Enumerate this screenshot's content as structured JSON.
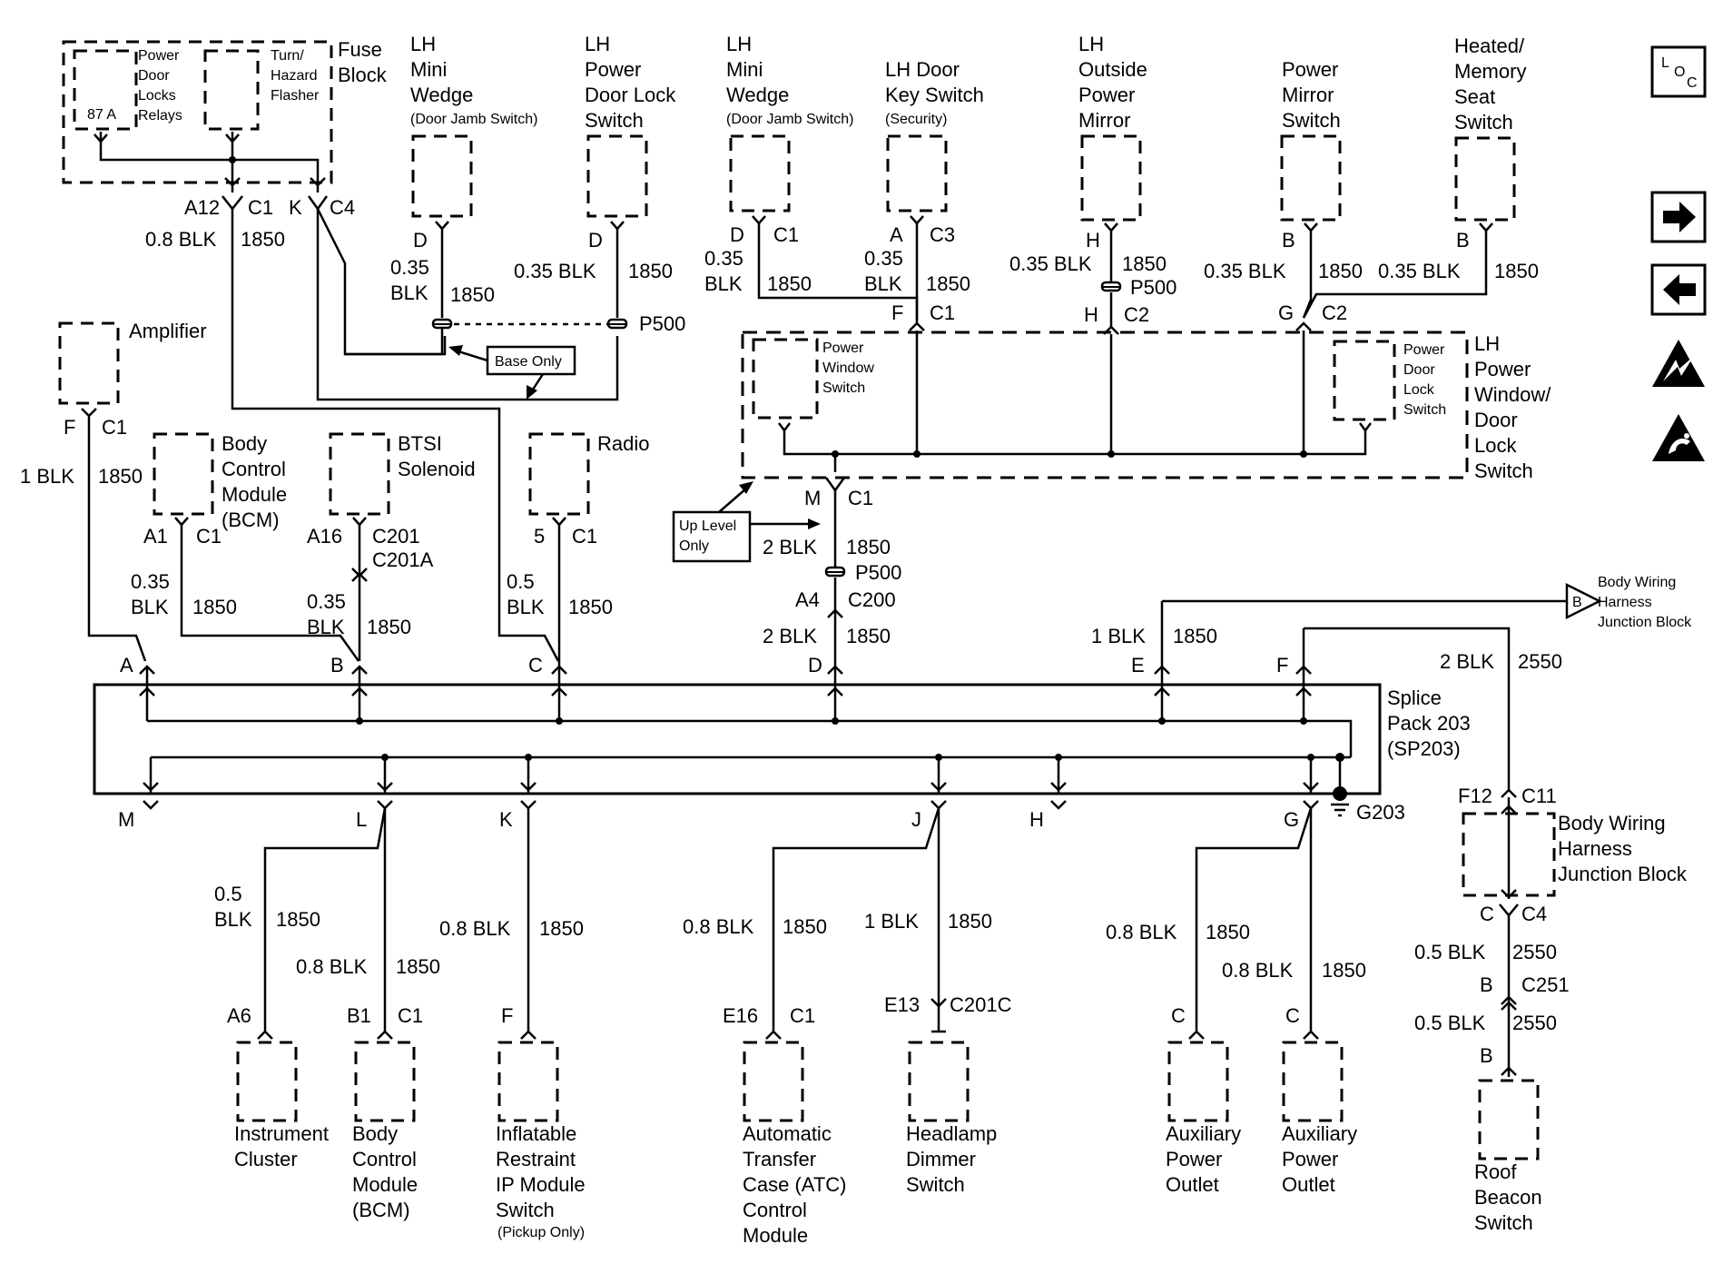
{
  "comp": {
    "fuse_block": [
      "Fuse",
      "Block"
    ],
    "pdl_relays": [
      "Power",
      "Door",
      "Locks",
      "Relays"
    ],
    "relay_87a": "87 A",
    "turn_flasher": [
      "Turn/",
      "Hazard",
      "Flasher"
    ],
    "lh_mini_wedge_1": [
      "LH",
      "Mini",
      "Wedge"
    ],
    "door_jamb_1": "(Door Jamb Switch)",
    "lh_pdl_switch": [
      "LH",
      "Power",
      "Door Lock",
      "Switch"
    ],
    "lh_mini_wedge_2": [
      "LH",
      "Mini",
      "Wedge"
    ],
    "door_jamb_2": "(Door Jamb Switch)",
    "lh_door_key": [
      "LH Door",
      "Key Switch"
    ],
    "security": "(Security)",
    "lh_outside_mirror": [
      "LH",
      "Outside",
      "Power",
      "Mirror"
    ],
    "power_mirror_switch": [
      "Power",
      "Mirror",
      "Switch"
    ],
    "heated_seat": [
      "Heated/",
      "Memory",
      "Seat",
      "Switch"
    ],
    "amplifier": "Amplifier",
    "bcm_top": [
      "Body",
      "Control",
      "Module",
      "(BCM)"
    ],
    "btsi": [
      "BTSI",
      "Solenoid"
    ],
    "radio": "Radio",
    "power_window_switch": [
      "Power",
      "Window",
      "Switch"
    ],
    "power_door_lock_switch": [
      "Power",
      "Door",
      "Lock",
      "Switch"
    ],
    "lh_window_module": [
      "LH",
      "Power",
      "Window/",
      "Door",
      "Lock",
      "Switch"
    ],
    "base_only": "Base Only",
    "up_level_only": [
      "Up Level",
      "Only"
    ],
    "bwh_jb_right": [
      "Body Wiring",
      "Harness",
      "Junction Block"
    ],
    "splice_pack": [
      "Splice",
      "Pack 203",
      "(SP203)"
    ],
    "g203": "G203",
    "bwh_jb_block": [
      "Body Wiring",
      "Harness",
      "Junction Block"
    ],
    "instrument_cluster": [
      "Instrument",
      "Cluster"
    ],
    "bcm_bottom": [
      "Body",
      "Control",
      "Module",
      "(BCM)"
    ],
    "inflatable": [
      "Inflatable",
      "Restraint",
      "IP Module",
      "Switch"
    ],
    "pickup_only": "(Pickup Only)",
    "atc": [
      "Automatic",
      "Transfer",
      "Case (ATC)",
      "Control",
      "Module"
    ],
    "headlamp": [
      "Headlamp",
      "Dimmer",
      "Switch"
    ],
    "aux_outlet_1": [
      "Auxiliary",
      "Power",
      "Outlet"
    ],
    "aux_outlet_2": [
      "Auxiliary",
      "Power",
      "Outlet"
    ],
    "roof_beacon": [
      "Roof",
      "Beacon",
      "Switch"
    ]
  },
  "pins": {
    "a12": "A12",
    "c1_fuse": "C1",
    "k": "K",
    "c4_fuse": "C4",
    "d_mw1": "D",
    "d_pdl": "D",
    "d_mw2": "D",
    "c1_mw2": "C1",
    "a_key": "A",
    "c3_key": "C3",
    "h_mirror": "H",
    "p500_mirror": "P500",
    "h_lower": "H",
    "c2_mirror": "C2",
    "b_pms": "B",
    "b_hs": "B",
    "g_lh": "G",
    "c2_lh": "C2",
    "f_lh": "F",
    "c1_lh": "C1",
    "p500_top": "P500",
    "f_amp": "F",
    "c1_amp": "C1",
    "a1_bcm": "A1",
    "c1_bcm": "C1",
    "a16": "A16",
    "c201": "C201",
    "c201a": "C201A",
    "p5_radio": "5",
    "c1_radio": "C1",
    "m_lh": "M",
    "c1_m": "C1",
    "p500_mid": "P500",
    "a4": "A4",
    "c200": "C200",
    "sp_a": "A",
    "sp_b": "B",
    "sp_c": "C",
    "sp_d": "D",
    "sp_e": "E",
    "sp_f": "F",
    "sp_m": "M",
    "sp_l": "L",
    "sp_k": "K",
    "sp_j": "J",
    "sp_h": "H",
    "sp_g": "G",
    "f12": "F12",
    "c11": "C11",
    "c_jb": "C",
    "c4_jb": "C4",
    "b_c251": "B",
    "c251": "C251",
    "b_roof": "B",
    "a6": "A6",
    "b1": "B1",
    "c1_bcm2": "C1",
    "f_inf": "F",
    "e16": "E16",
    "c1_atc": "C1",
    "e13": "E13",
    "c201c": "C201C",
    "c_aux1": "C",
    "c_aux2": "C",
    "loc_l": "L",
    "loc_o": "O",
    "loc_c": "C",
    "b_tri": "B"
  },
  "wires": {
    "w_a12": "0.8 BLK",
    "n_a12": "1850",
    "w_mw1a": "0.35",
    "w_mw1b": "BLK",
    "n_mw1": "1850",
    "w_pdl": "0.35 BLK",
    "n_pdl": "1850",
    "w_mw2a": "0.35",
    "w_mw2b": "BLK",
    "n_mw2": "1850",
    "w_keya": "0.35",
    "w_keyb": "BLK",
    "n_key": "1850",
    "w_mirror": "0.35 BLK",
    "n_mirror": "1850",
    "w_pms": "0.35 BLK",
    "n_pms": "1850",
    "w_hs": "0.35 BLK",
    "n_hs": "1850",
    "w_amp": "1 BLK",
    "n_amp": "1850",
    "w_bcma": "0.35",
    "w_bcmb": "BLK",
    "n_bcm": "1850",
    "w_btsia": "0.35",
    "w_btsib": "BLK",
    "n_btsi": "1850",
    "w_radioa": "0.5",
    "w_radiob": "BLK",
    "n_radio": "1850",
    "w_m": "2 BLK",
    "n_m": "1850",
    "w_d": "2 BLK",
    "n_d": "1850",
    "w_e": "1 BLK",
    "n_e": "1850",
    "w_f": "2 BLK",
    "n_f": "2550",
    "w_la": "0.5",
    "w_lb": "BLK",
    "n_l1": "1850",
    "w_l2": "0.8 BLK",
    "n_l2": "1850",
    "w_k": "0.8 BLK",
    "n_k": "1850",
    "w_j1": "0.8 BLK",
    "n_j1": "1850",
    "w_j2": "1 BLK",
    "n_j2": "1850",
    "w_g1": "0.8 BLK",
    "n_g1": "1850",
    "w_g2": "0.8 BLK",
    "n_g2": "1850",
    "w_jb1": "0.5 BLK",
    "n_jb1": "2550",
    "w_jb2": "0.5 BLK",
    "n_jb2": "2550"
  },
  "icons": [
    "loc-icon",
    "next-page-icon",
    "previous-page-icon",
    "esd-warning-icon",
    "esd-hand-icon"
  ]
}
